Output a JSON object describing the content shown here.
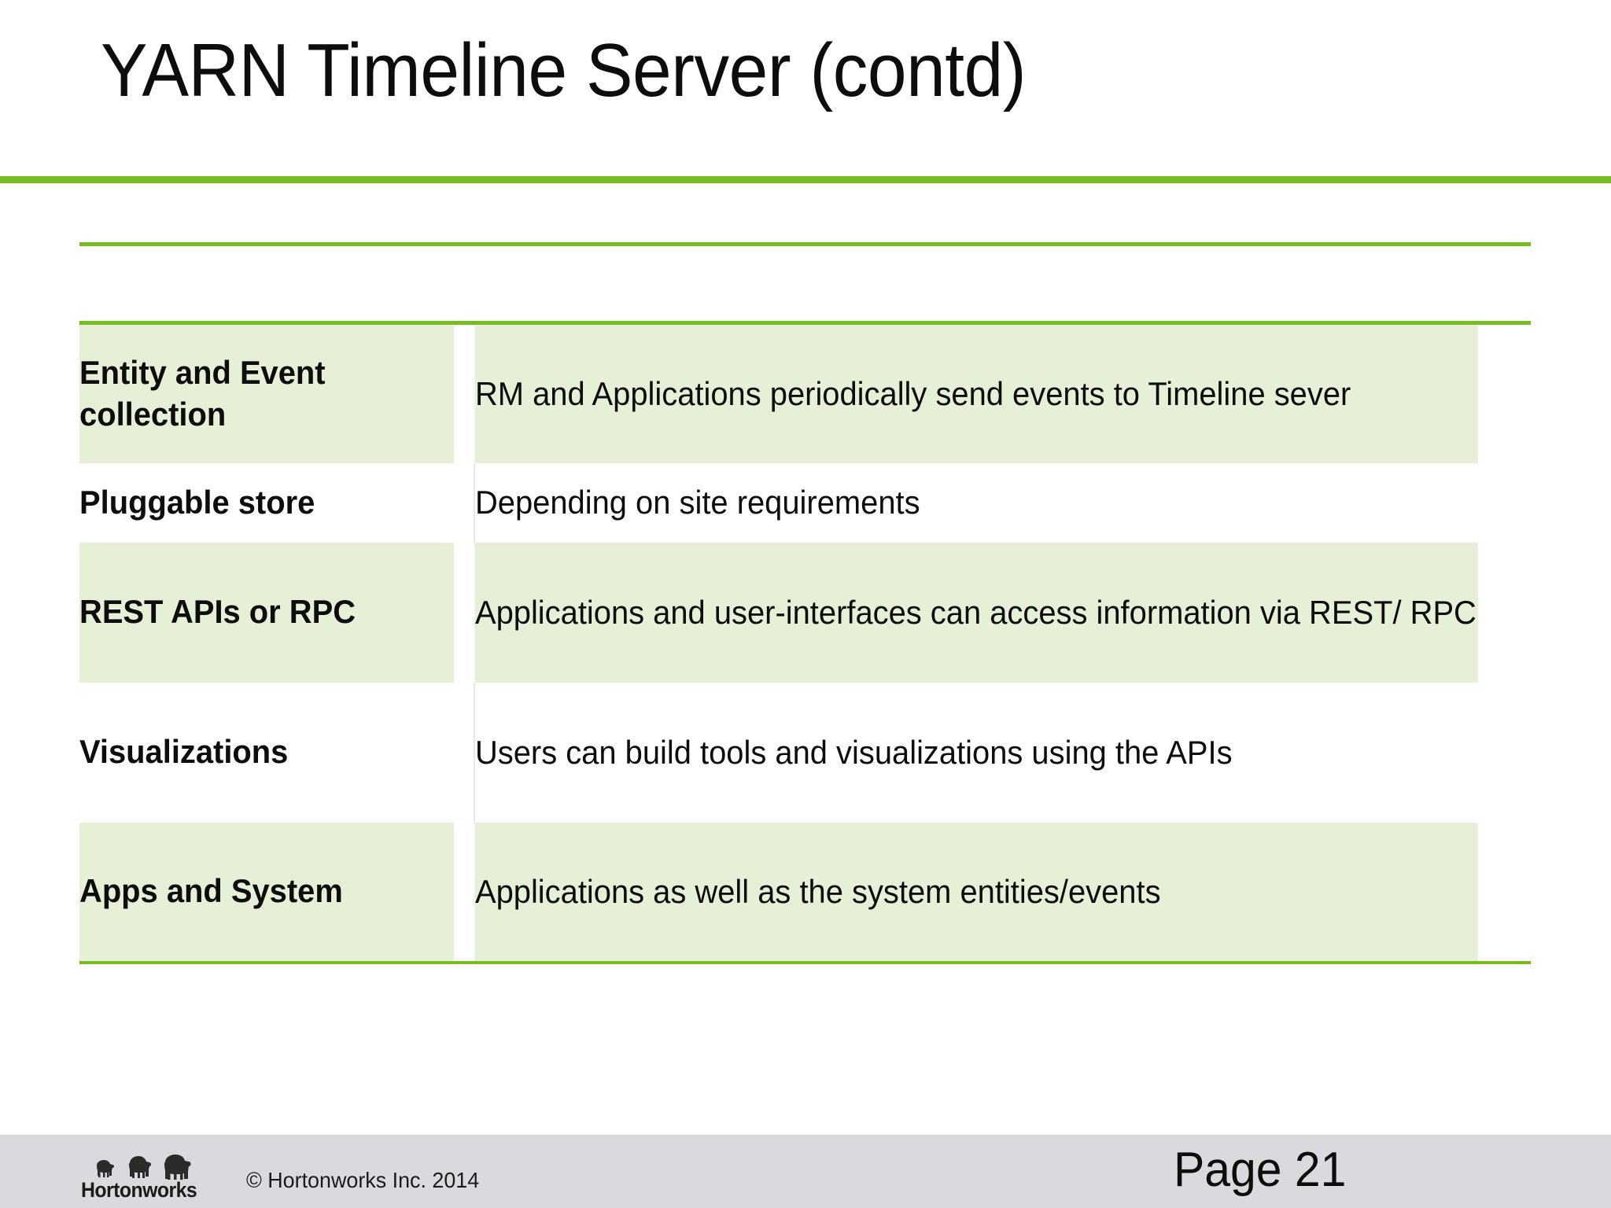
{
  "slide": {
    "title": "YARN Timeline Server (contd)",
    "accent_color": "#76bc21",
    "row_shade_color": "#e5f0d7",
    "footer_bar_color": "#d9dadd"
  },
  "table": {
    "header": {
      "col1": "",
      "col2": ""
    },
    "rows": [
      {
        "term": "Entity and Event collection",
        "description": "RM and Applications periodically send events to Timeline sever",
        "shaded": true
      },
      {
        "term": "Pluggable store",
        "description": "Depending on site requirements",
        "shaded": false
      },
      {
        "term": "REST APIs  or RPC",
        "description": "Applications and user-interfaces can access information via REST/ RPC",
        "shaded": true
      },
      {
        "term": "Visualizations",
        "description": "Users can build tools and visualizations using the APIs",
        "shaded": false
      },
      {
        "term": "Apps and System",
        "description": "Applications as well as the system entities/events",
        "shaded": true
      }
    ]
  },
  "footer": {
    "logo_wordmark": "Hortonworks",
    "logo_icon": "three-elephants-icon",
    "copyright": "© Hortonworks Inc. 2014",
    "page_label": "Page 21"
  }
}
